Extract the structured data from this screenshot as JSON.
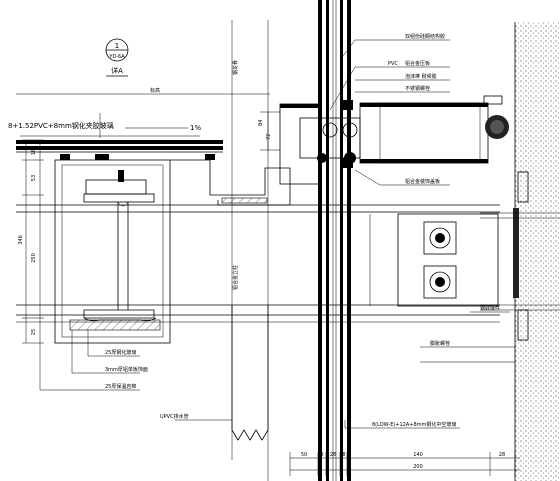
{
  "detail_marker": {
    "number": "1",
    "sheet": "YD-6A",
    "caption": "详A"
  },
  "labels": {
    "glass_top": "8+1.52PVC+8mm钢化夹胶玻璃",
    "slope": "1%",
    "pvc": "PVC",
    "top_small_1": "双组份硅酮结构胶",
    "top_small_2": "铝合金压板",
    "top_small_3": "泡沫棒 耐候胶",
    "mid_small": "铝合金装饰盖板",
    "right_small_1": "不锈钢螺栓",
    "right_small_2": "钢转接件",
    "right_small_3": "膨胀螺栓",
    "left_small_1": "25厚钢化玻璃",
    "left_small_2": "3mm厚铝单板饰面",
    "left_small_3": "25厚保温岩棉",
    "upvc": "UPVC排水管",
    "glass_bottom": "8(LOW-E)+12A+8mm钢化中空玻璃",
    "vertical_1": "钢龙骨",
    "vertical_2": "铝合金立柱",
    "top_elev": "标高"
  },
  "dims_left": [
    "18",
    "53",
    "250",
    "25",
    "346"
  ],
  "dims_mid": [
    "84",
    "72"
  ],
  "dims_bottom": [
    "50",
    "8",
    "28",
    "8",
    "140",
    "28",
    "200"
  ]
}
